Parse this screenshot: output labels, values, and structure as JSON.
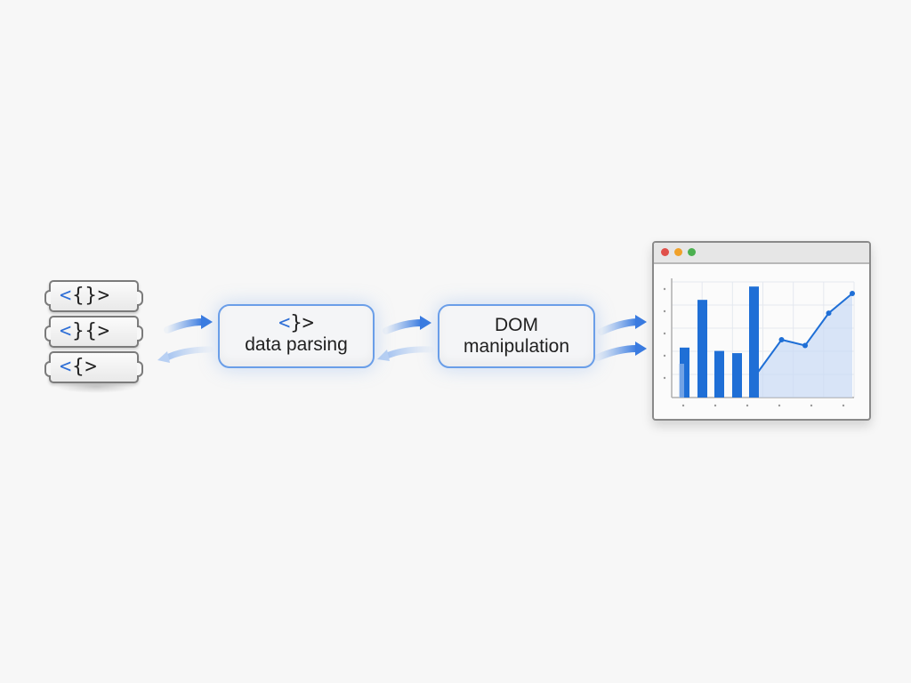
{
  "source_blocks": [
    {
      "lt": "<",
      "rest": "{}>"
    },
    {
      "lt": "<",
      "rest": "}{>"
    },
    {
      "lt": "<",
      "rest": "{>"
    }
  ],
  "steps": [
    {
      "icon": "<}>",
      "icon_lt": "<",
      "icon_rest": "}>",
      "label": "data parsing"
    },
    {
      "label_line1": "DOM",
      "label_line2": "manipulation"
    }
  ],
  "browser": {
    "dot_colors": [
      "#e0504a",
      "#f0a12a",
      "#4cb050"
    ]
  },
  "colors": {
    "accent": "#2f6fd6",
    "bar": "#1f6fd6",
    "arrow": "#4a8ae6",
    "box_border": "#6a9ee8"
  },
  "chart_data": {
    "type": "bar",
    "bars": [
      0.45,
      0.88,
      0.42,
      0.4,
      1.0
    ],
    "line": {
      "x_start_fraction": 0.0,
      "values": [
        0.22,
        0.5,
        0.45,
        0.73,
        0.9
      ]
    },
    "title": "",
    "xlabel": "",
    "ylabel": ""
  }
}
